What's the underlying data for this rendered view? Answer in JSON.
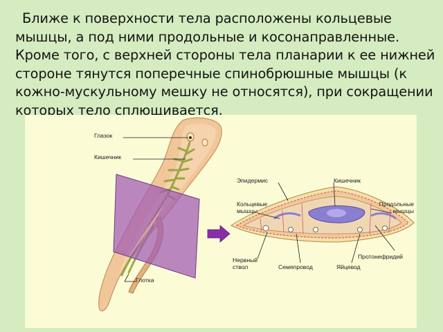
{
  "text": {
    "paragraph": "Ближе к поверхности тела расположены кольцевые мышцы, а под ними продольные и косонаправленные. Кроме того, с верхней стороны тела планарии к ее нижней стороне тянутся поперечные спинобрюшные мышцы (к кожно-мускульному мешку не относятся), при сокращении которых тело сплющивается."
  },
  "labels": {
    "glazok": "Глазок",
    "kishechnik_left": "Кишечник",
    "glotka": "Глотка",
    "epidermis": "Эпидермис",
    "kishechnik_right": "Кишечник",
    "kolcevye_1": "Кольцевые",
    "kolcevye_2": "мышцы",
    "prodolnye_1": "Продольные",
    "prodolnye_2": "мышцы",
    "protonefridiy": "Протонефридий",
    "nervny_1": "Нервный",
    "nervny_2": "ствол",
    "semyaprovod": "Семяпровод",
    "yaycevod": "Яйцевод"
  }
}
